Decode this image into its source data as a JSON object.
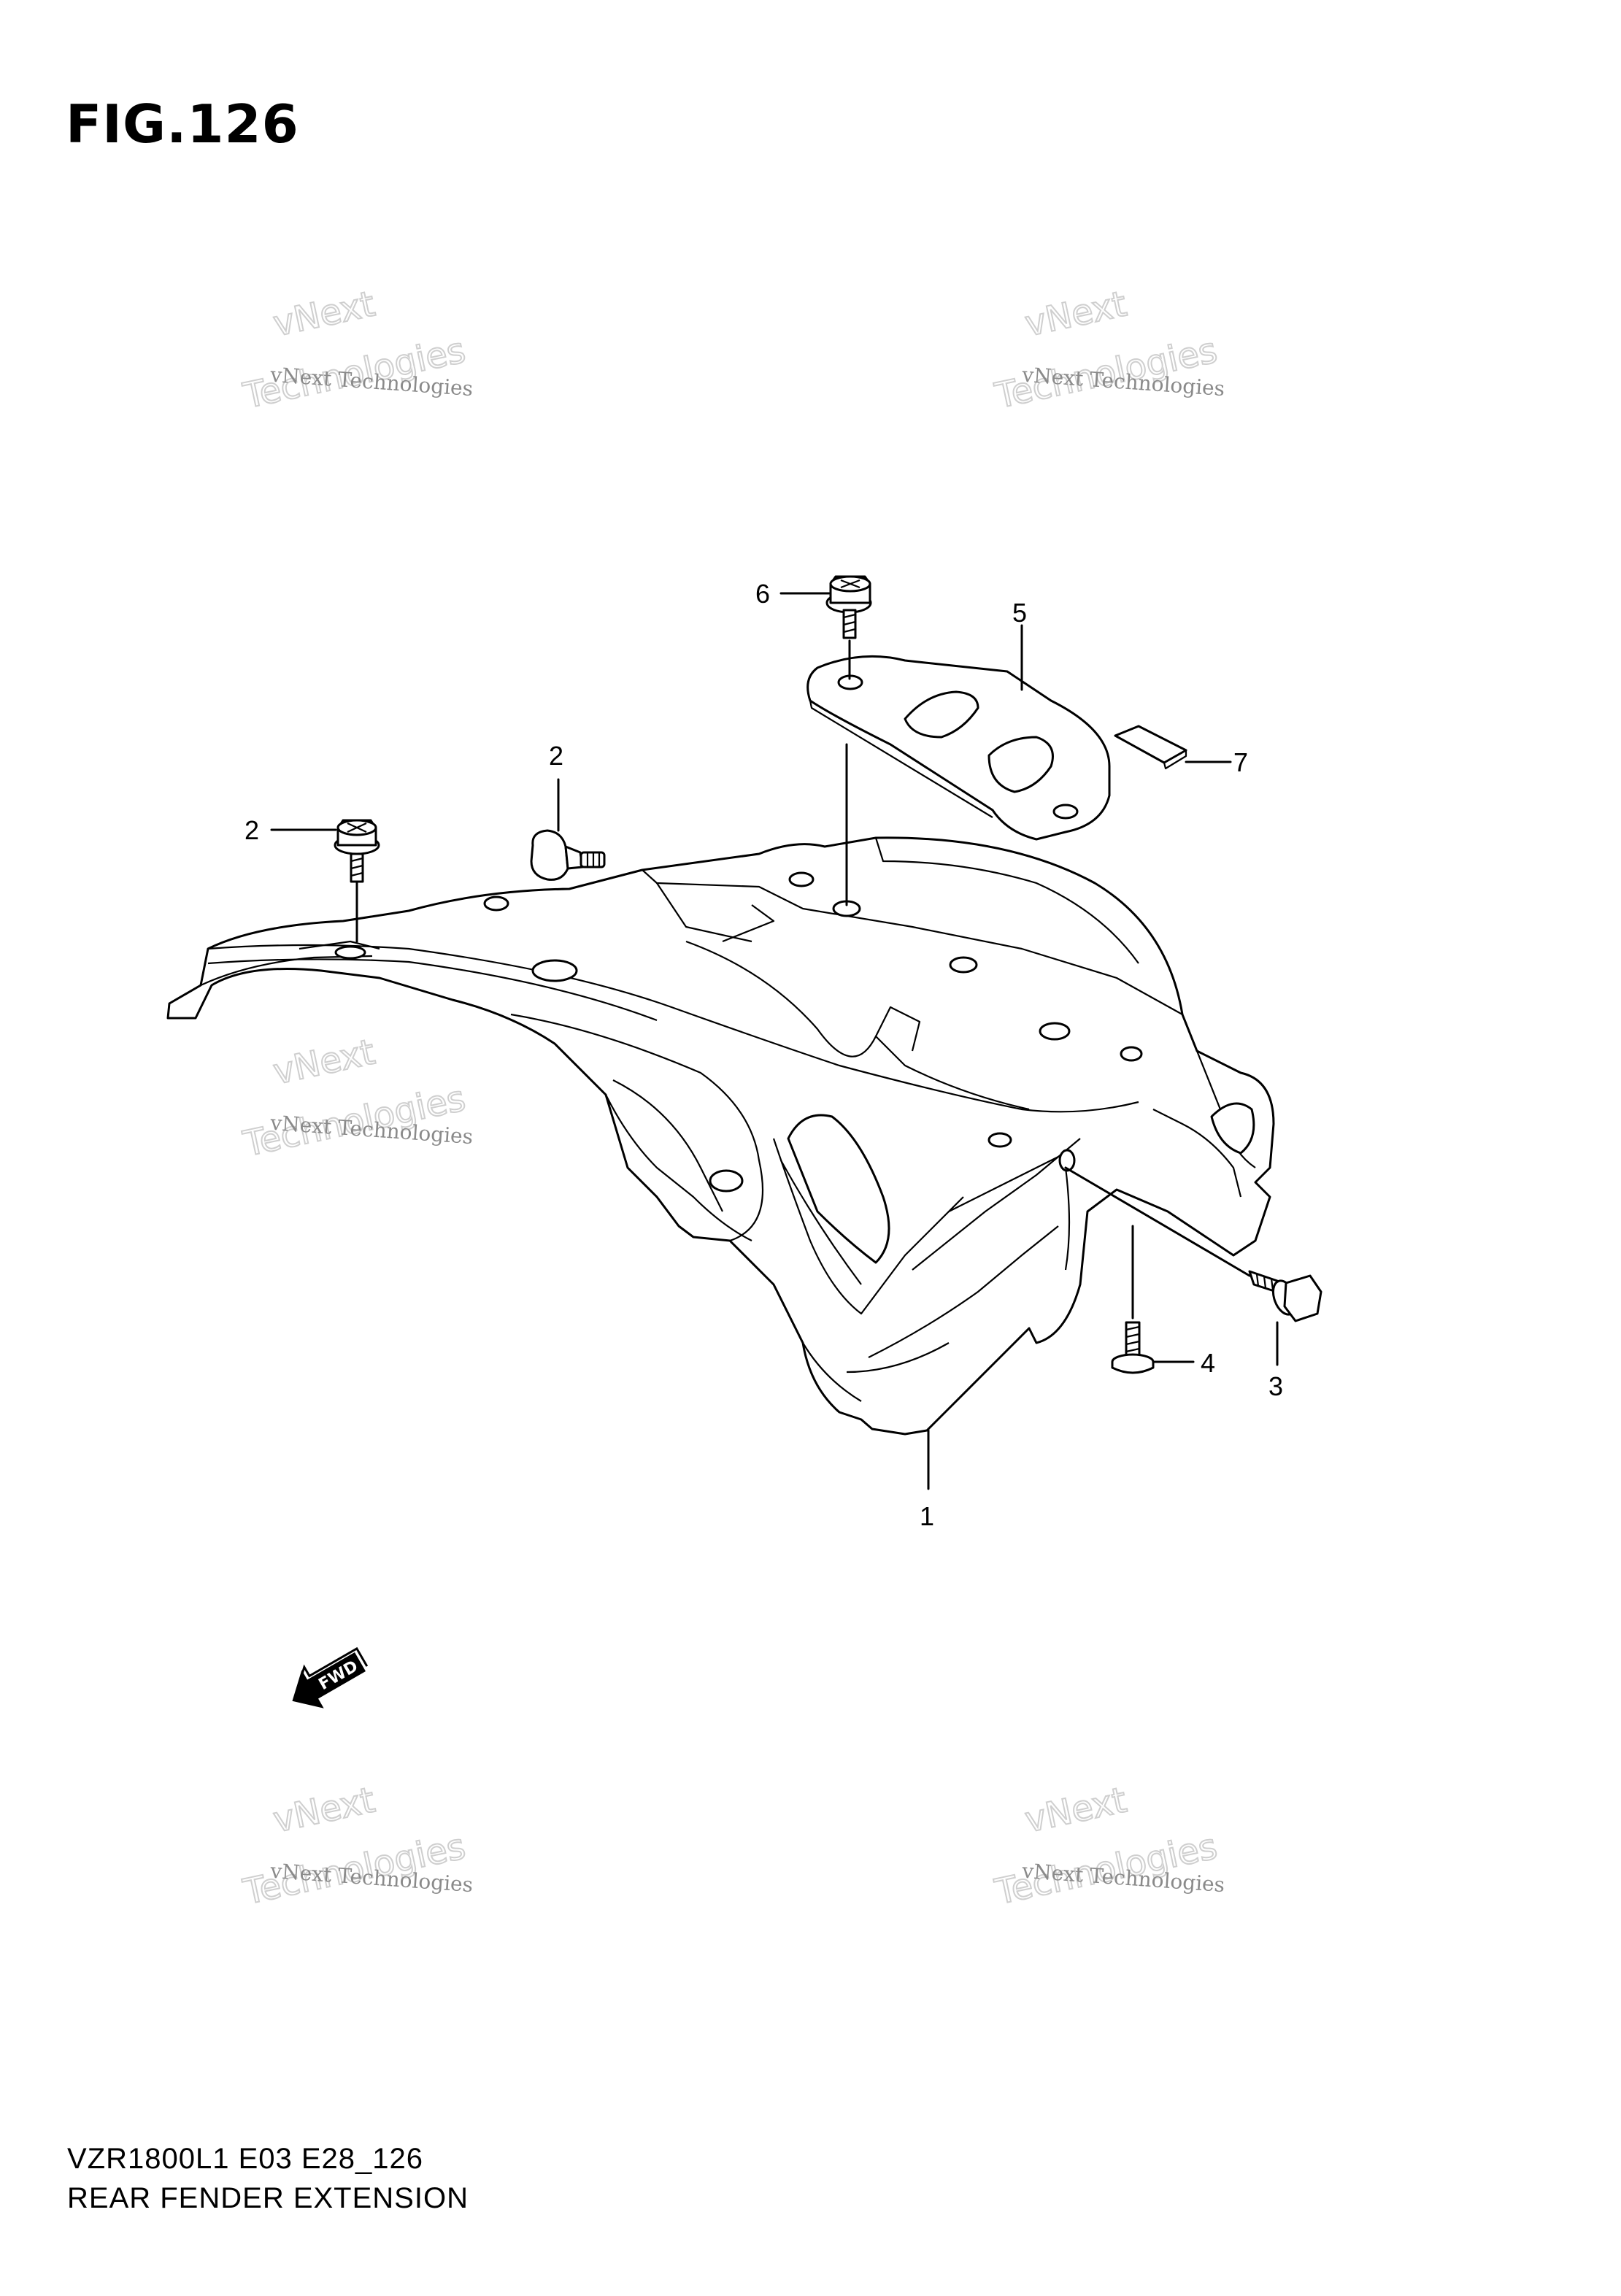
{
  "figure": {
    "title": "FIG.126"
  },
  "footer": {
    "code": "VZR1800L1 E03 E28_126",
    "name": "REAR FENDER EXTENSION"
  },
  "watermark": {
    "text": "vNext Technologies",
    "line1": "vNext",
    "line2": "Technologies"
  },
  "callouts": [
    "1",
    "2",
    "2",
    "3",
    "4",
    "5",
    "6",
    "7"
  ],
  "fwd_label": "FWD"
}
